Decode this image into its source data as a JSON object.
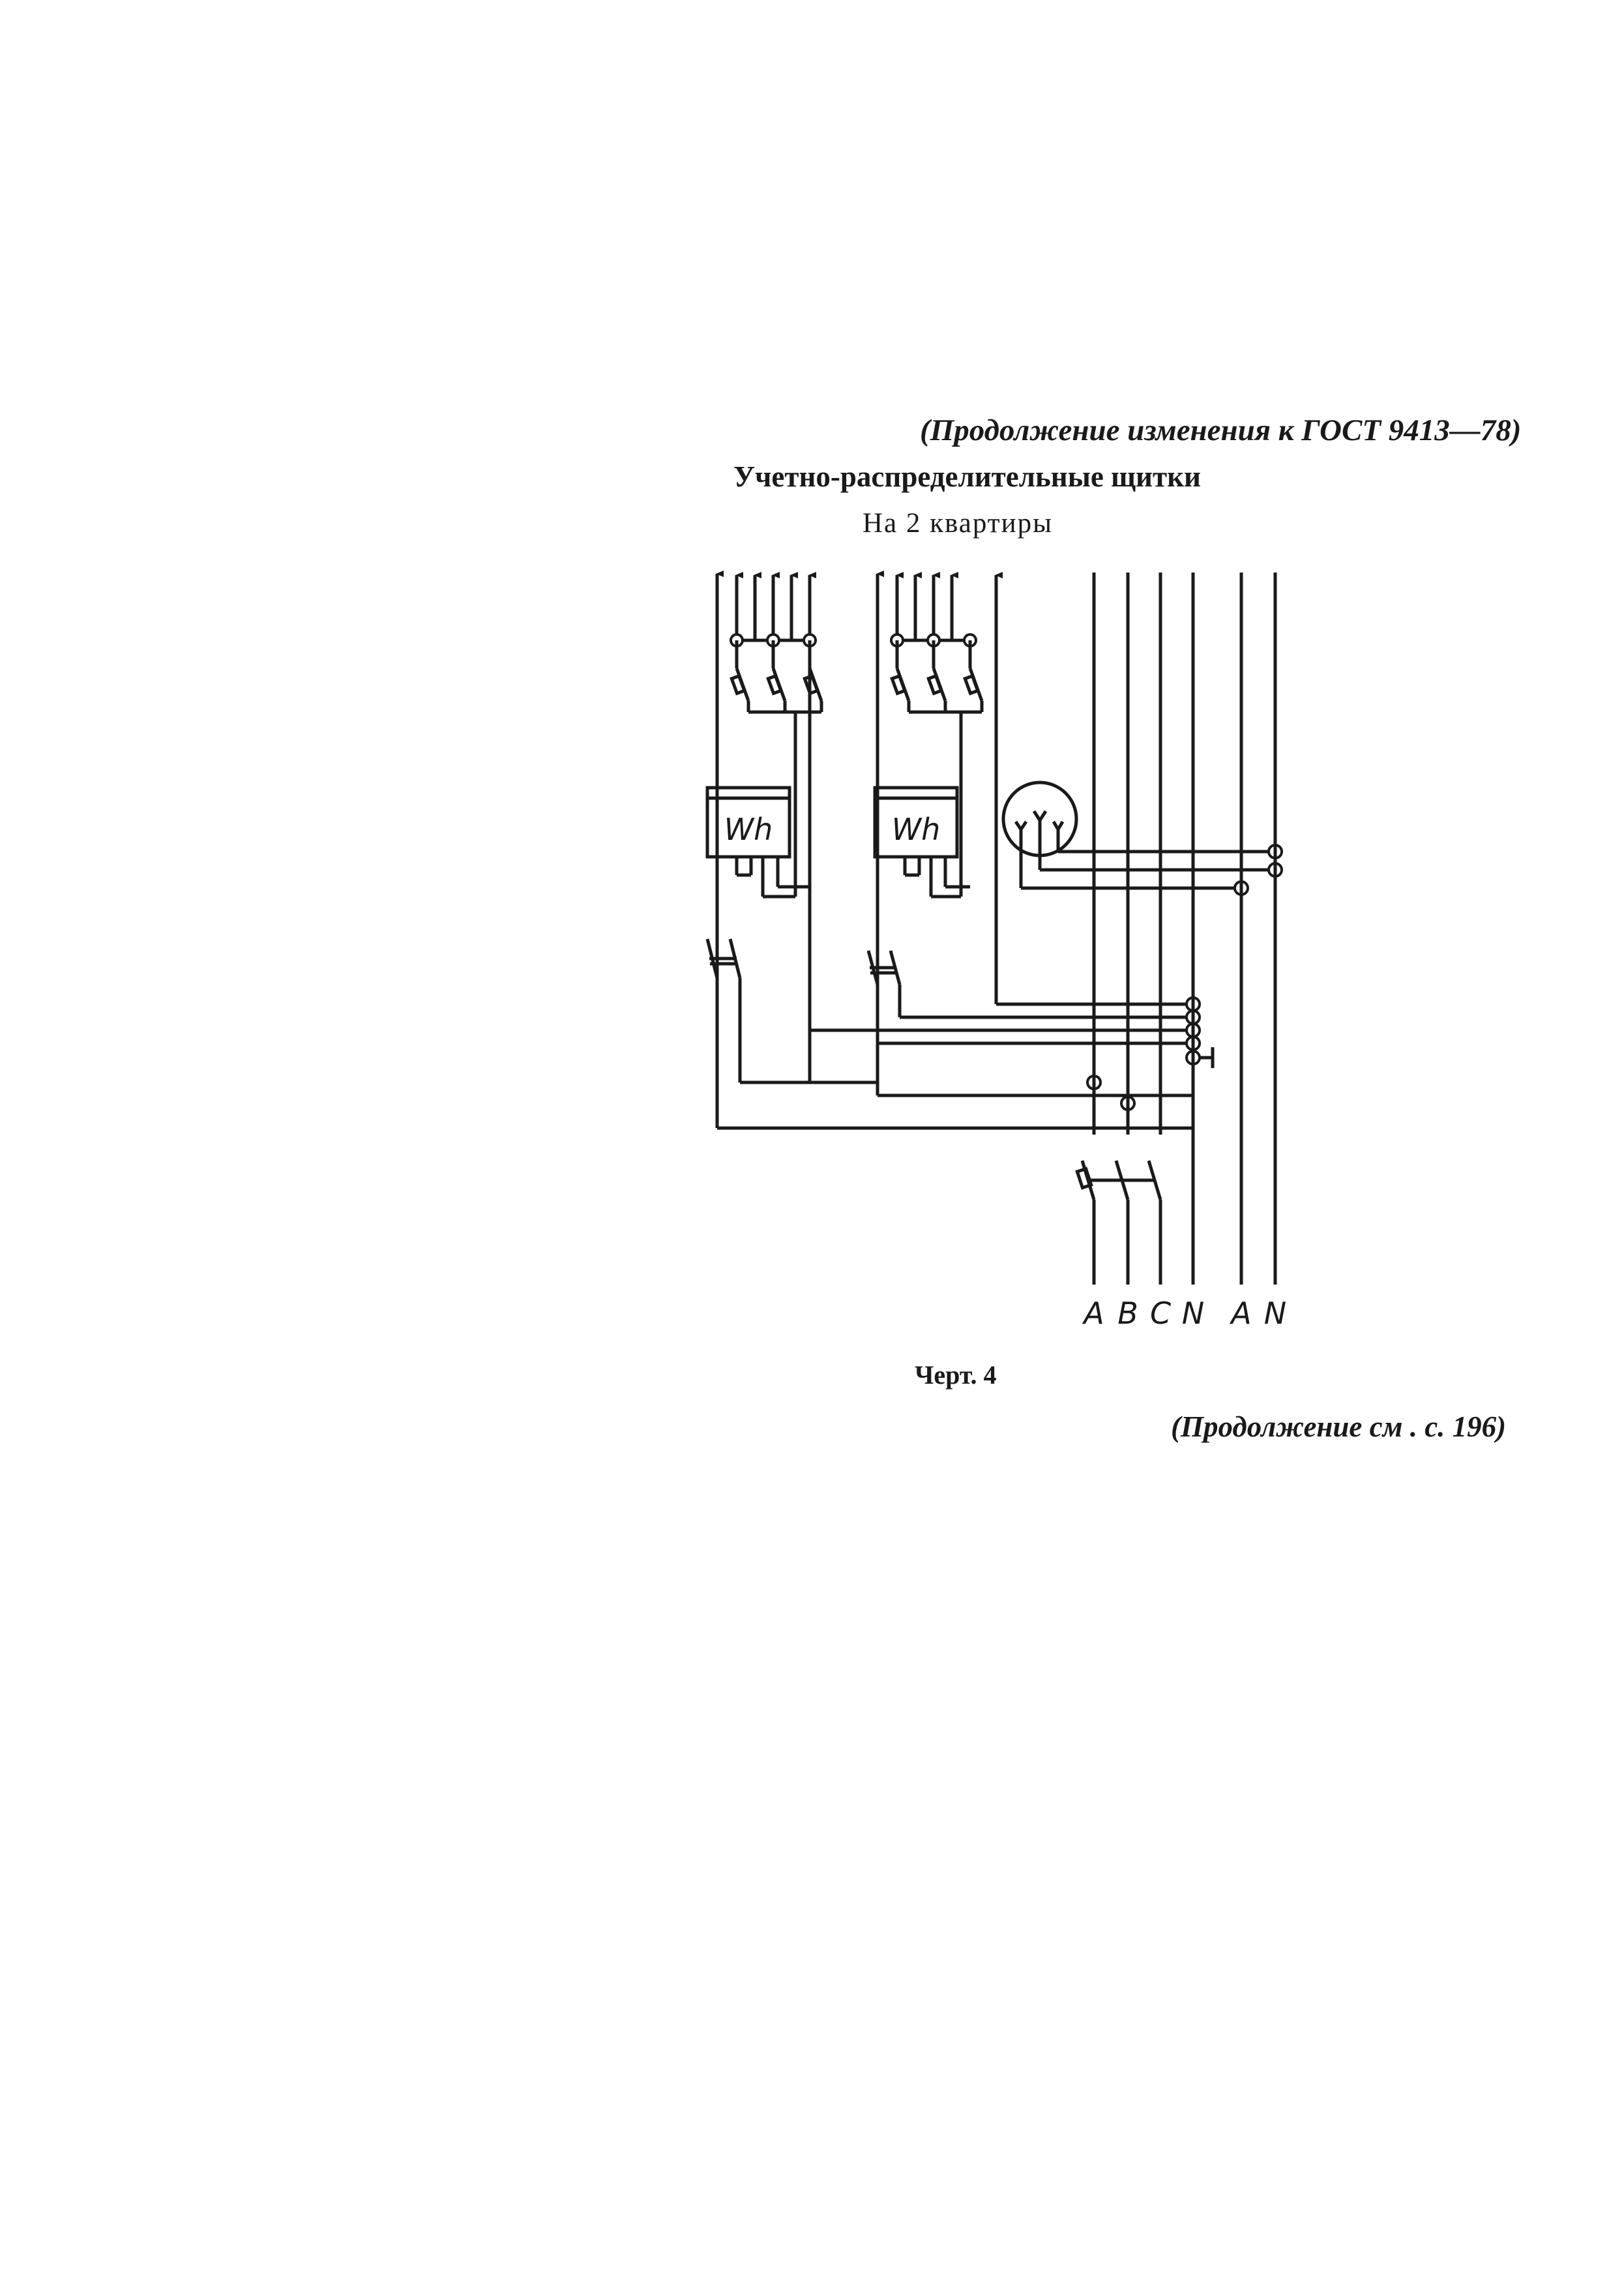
{
  "header_note": "(Продолжение изменения к ГОСТ 9413—78)",
  "title": "Учетно-распределительные щитки",
  "subtitle": "На 2 квартиры",
  "diagram": {
    "meter_label_1": "Wh",
    "meter_label_2": "Wh",
    "bus_labels": [
      "A",
      "B",
      "C",
      "N",
      "A",
      "N"
    ]
  },
  "caption": "Черт. 4",
  "continuation": "(Продолжение см . с. 196)"
}
